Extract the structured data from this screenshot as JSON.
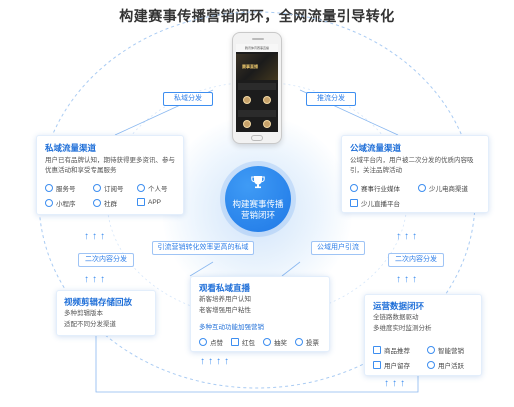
{
  "title": "构建赛事传播营销闭环，全网流量引导转化",
  "phone": {
    "header": "腾讯体育赛事直播",
    "video_text": "赛事直播"
  },
  "center": {
    "line1": "构建赛事传播",
    "line2": "营销闭环"
  },
  "pills": {
    "private_share": "私域分发",
    "push_share": "推流分发",
    "secondary_left": "二次内容分发",
    "secondary_right": "二次内容分发",
    "guide_private": "引流营销转化效率更高的私域",
    "public_guide": "公域用户引流"
  },
  "private_traffic": {
    "title": "私域流量渠道",
    "desc": "用户已有品牌认知，期待获得更多资讯、参与优惠活动和享受专属服务",
    "features": [
      "服务号",
      "订阅号",
      "个人号",
      "小程序",
      "社群",
      "APP"
    ]
  },
  "public_traffic": {
    "title": "公域流量渠道",
    "desc": "公域平台内，用户被二次分发的优质内容吸引，关注品牌活动",
    "features": [
      "赛事行业媒体",
      "少儿电商渠道",
      "少儿直播平台"
    ]
  },
  "video_storage": {
    "title": "视频剪辑存储回放",
    "lines": [
      "多种剪辑版本",
      "适配不同分发渠道"
    ]
  },
  "private_live": {
    "title": "观看私域直播",
    "lines": [
      "新客培养用户认知",
      "老客增强用户粘性"
    ],
    "highlight": "多种互动功能加强营销",
    "features": [
      "点赞",
      "红包",
      "抽奖",
      "投票"
    ]
  },
  "ops_data": {
    "title": "运营数据闭环",
    "lines": [
      "全链路数据驱动",
      "多维度实时监测分析"
    ],
    "features": [
      "商品推荐",
      "智能营销",
      "用户留存",
      "用户活跃"
    ]
  },
  "colors": {
    "accent": "#1f78e6",
    "line": "#9fc4f5"
  }
}
